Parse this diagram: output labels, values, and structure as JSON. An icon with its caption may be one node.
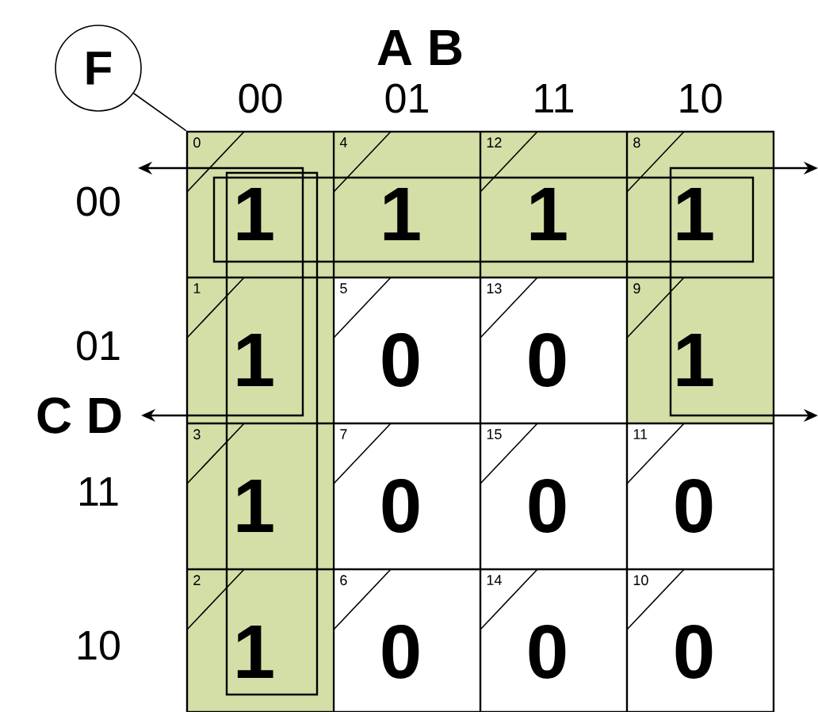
{
  "diagram": {
    "nodes": [
      {
        "text": [
          "F"
        ]
      },
      {
        "text": [],
        "shape": "box"
      }
    ],
    "edges": [
      {
        "from": 0,
        "to": 1,
        "arrow": "none"
      }
    ],
    "labels": [
      "A B",
      "00",
      "01",
      "11",
      "10",
      "C D",
      "00",
      "01",
      "11",
      "10",
      "0",
      "1",
      "4",
      "1",
      "12",
      "1",
      "8",
      "1",
      "1",
      "1",
      "5",
      "0",
      "13",
      "0",
      "9",
      "1",
      "3",
      "1",
      "7",
      "0",
      "15",
      "0",
      "11",
      "0",
      "2",
      "1",
      "6",
      "0",
      "14",
      "0",
      "10",
      "0"
    ]
  }
}
